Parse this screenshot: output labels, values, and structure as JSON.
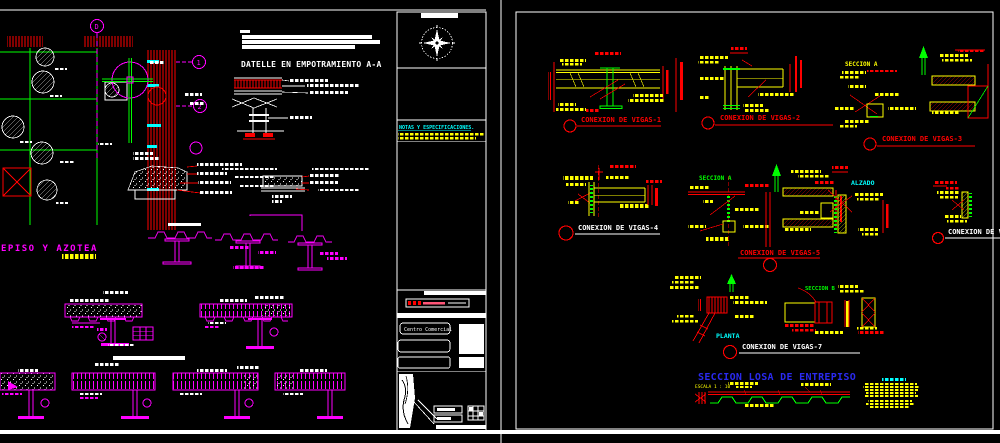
{
  "app": {
    "background": "#000000",
    "kind": "cad-drawing"
  },
  "colors": {
    "magenta": "#ff00ff",
    "green": "#00ff00",
    "red": "#ff0000",
    "yellow": "#ffff00",
    "cyan": "#00ffff",
    "white": "#ffffff",
    "blue": "#2a2af0"
  },
  "left_sheet": {
    "embed_detail_title": "DATELLE EN EMPOTRAMIENTO  A-A",
    "plan_title": "EPISO Y AZOTEA",
    "axis_bubble_d": "D",
    "axis_bubble_1": "1",
    "axis_bubble_2": "2"
  },
  "title_block": {
    "notes_title": "NOTAS Y ESPECIFICACIONES.",
    "project_name": "Centro Comercial"
  },
  "right_sheet": {
    "viga1": "CONEXION DE VIGAS-1",
    "viga2": "CONEXION DE VIGAS-2",
    "viga3": "CONEXION DE VIGAS-3",
    "viga4": "CONEXION DE VIGAS-4",
    "viga5": "CONEXION DE VIGAS-5",
    "viga6": "CONEXION DE V",
    "viga7": "CONEXION DE VIGAS-7",
    "seccion_a1": "SECCION A",
    "seccion_a2": "SECCION A",
    "alzado": "ALZADO",
    "seccion_b": "SECCION B",
    "planta": "PLANTA",
    "losa_title": "SECCION LOSA DE ENTREPISO",
    "losa_scale": "ESCALA 1 : 10"
  }
}
